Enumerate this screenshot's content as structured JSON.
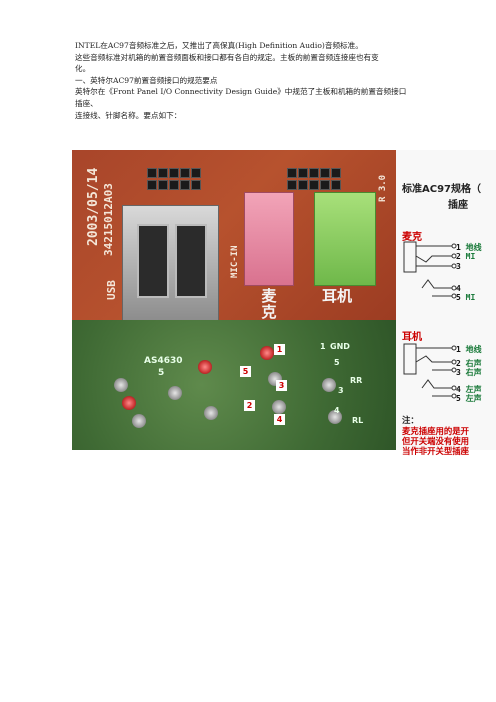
{
  "paragraphs": [
    "INTEL在AC97音频标准之后，又推出了高保真(High Definition Audio)音频标准。",
    "这些音频标准对机箱的前置音频面板和接口都有各自的规定。主板的前置音频连接座也有变",
    "化。",
    "一、英特尔AC97前置音频接口的规范要点",
    "英特尔在《Front Panel I/O Connectivity Design Guide》中规范了主板和机箱的前置音频接口",
    "插座、",
    "连接线、针脚名称。要点如下："
  ],
  "photo": {
    "board_date": "2003/05/14",
    "board_code": "34215012A03",
    "usb_label": "USB",
    "mic_in_label": "MIC-IN",
    "side_label": "R 3.0",
    "mic_cn": "麦克",
    "headphone_cn": "耳机",
    "chip_label": "AS4630",
    "chip_sub": "5",
    "gnd_label": "GND",
    "rr_label": "RR",
    "rl_label": "RL",
    "pin_markers": [
      "1",
      "5",
      "3",
      "2",
      "4"
    ],
    "right_pins": [
      "1",
      "5",
      "3",
      "4"
    ]
  },
  "diagram": {
    "title": "标准AC97规格（",
    "subtitle": "插座",
    "mic_heading": "麦克",
    "mic_pins": [
      {
        "num": "1",
        "text": "地线"
      },
      {
        "num": "2",
        "text": "MI"
      },
      {
        "num": "3",
        "text": ""
      },
      {
        "num": "4",
        "text": ""
      },
      {
        "num": "5",
        "text": "MI"
      }
    ],
    "hp_heading": "耳机",
    "hp_pins": [
      {
        "num": "1",
        "text": "地线"
      },
      {
        "num": "2",
        "text": "右声"
      },
      {
        "num": "3",
        "text": "右声"
      },
      {
        "num": "4",
        "text": "左声"
      },
      {
        "num": "5",
        "text": "左声"
      }
    ],
    "note_label": "注：",
    "note_lines": [
      "麦克插座用的是开",
      "但开关端没有使用",
      "当作非开关型插座"
    ]
  }
}
